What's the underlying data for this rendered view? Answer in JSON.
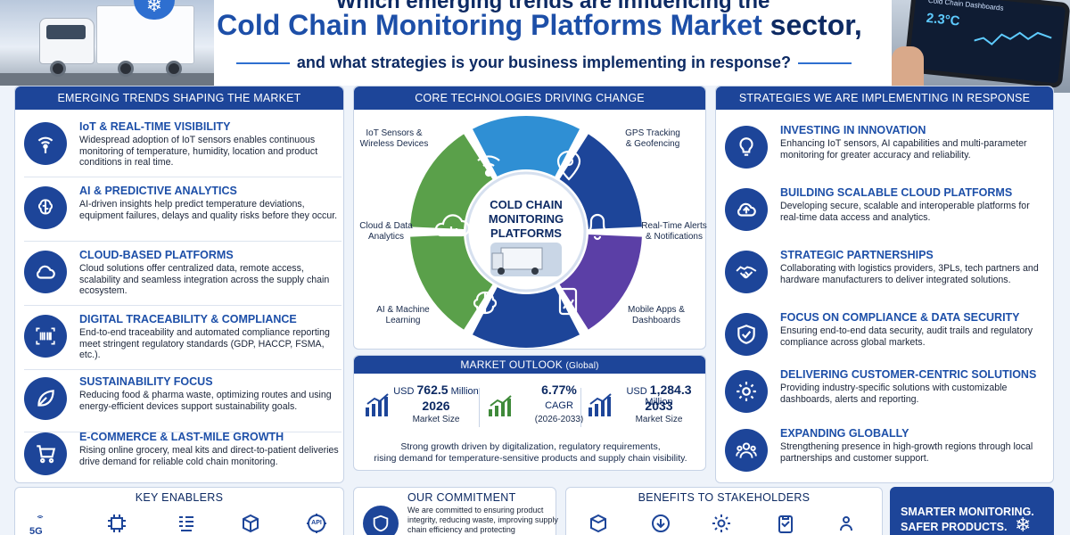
{
  "header": {
    "top_line": "Which emerging trends are influencing the",
    "title_main": "Cold Chain Monitoring Platforms Market",
    "title_suffix": "sector,",
    "subtitle": "and what strategies is your business implementing in response?",
    "tablet_title": "Cold Chain Dashboards",
    "tablet_temp": "2.3°C"
  },
  "trends": {
    "heading": "EMERGING TRENDS SHAPING THE MARKET",
    "items": [
      {
        "icon": "wifi-sensor-icon",
        "title": "IoT & REAL-TIME VISIBILITY",
        "desc": "Widespread adoption of IoT sensors enables continuous monitoring of temperature, humidity, location and product conditions in real time."
      },
      {
        "icon": "brain-icon",
        "title": "AI & PREDICTIVE ANALYTICS",
        "desc": "AI-driven insights help predict temperature deviations, equipment failures, delays and quality risks before they occur."
      },
      {
        "icon": "cloud-icon",
        "title": "CLOUD-BASED PLATFORMS",
        "desc": "Cloud solutions offer centralized data, remote access, scalability and seamless integration across the supply chain ecosystem."
      },
      {
        "icon": "barcode-icon",
        "title": "DIGITAL TRACEABILITY & COMPLIANCE",
        "desc": "End-to-end traceability and automated compliance reporting meet stringent regulatory standards (GDP, HACCP, FSMA, etc.)."
      },
      {
        "icon": "leaf-icon",
        "title": "SUSTAINABILITY FOCUS",
        "desc": "Reducing food & pharma waste, optimizing routes and using energy-efficient devices support sustainability goals."
      },
      {
        "icon": "cart-icon",
        "title": "E-COMMERCE & LAST-MILE GROWTH",
        "desc": "Rising online grocery, meal kits and direct-to-patient deliveries drive demand for reliable cold chain monitoring."
      }
    ]
  },
  "core": {
    "heading": "CORE TECHNOLOGIES DRIVING CHANGE",
    "center_line1": "COLD CHAIN",
    "center_line2": "MONITORING",
    "center_line3": "PLATFORMS",
    "labels": [
      {
        "line1": "IoT Sensors &",
        "line2": "Wireless Devices"
      },
      {
        "line1": "GPS Tracking",
        "line2": "& Geofencing"
      },
      {
        "line1": "Real-Time Alerts",
        "line2": "& Notifications"
      },
      {
        "line1": "Mobile Apps &",
        "line2": "Dashboards"
      },
      {
        "line1": "AI & Machine",
        "line2": "Learning"
      },
      {
        "line1": "Cloud & Data",
        "line2": "Analytics"
      }
    ],
    "segment_colors": [
      "#2f8fd4",
      "#1d4599",
      "#5b3fa6",
      "#1d4599",
      "#5aa04a",
      "#5aa04a"
    ]
  },
  "outlook": {
    "heading": "MARKET OUTLOOK",
    "heading_note": "(Global)",
    "items": [
      {
        "prefix": "USD",
        "value": "762.5",
        "unit": "Million",
        "year": "2026",
        "label": "Market Size"
      },
      {
        "prefix": "",
        "value": "6.77%",
        "unit": "",
        "year": "CAGR",
        "label": "(2026-2033)"
      },
      {
        "prefix": "USD",
        "value": "1,284.3",
        "unit": "Million",
        "year": "2033",
        "label": "Market Size"
      }
    ],
    "note_line1": "Strong growth driven by digitalization, regulatory requirements,",
    "note_line2": "rising demand for temperature-sensitive products and supply chain visibility."
  },
  "strategies": {
    "heading": "STRATEGIES WE ARE IMPLEMENTING IN RESPONSE",
    "items": [
      {
        "icon": "lightbulb-icon",
        "title": "INVESTING IN INNOVATION",
        "desc": "Enhancing IoT sensors, AI capabilities and multi-parameter monitoring for greater accuracy and reliability."
      },
      {
        "icon": "cloud-upload-icon",
        "title": "BUILDING SCALABLE CLOUD PLATFORMS",
        "desc": "Developing secure, scalable and interoperable platforms for real-time data access and analytics."
      },
      {
        "icon": "handshake-icon",
        "title": "STRATEGIC PARTNERSHIPS",
        "desc": "Collaborating with logistics providers, 3PLs, tech partners and hardware manufacturers to deliver integrated solutions."
      },
      {
        "icon": "shield-check-icon",
        "title": "FOCUS ON COMPLIANCE & DATA SECURITY",
        "desc": "Ensuring end-to-end data security, audit trails and regulatory compliance across global markets."
      },
      {
        "icon": "gear-icon",
        "title": "DELIVERING CUSTOMER-CENTRIC SOLUTIONS",
        "desc": "Providing industry-specific solutions with customizable dashboards, alerts and reporting."
      },
      {
        "icon": "people-icon",
        "title": "EXPANDING GLOBALLY",
        "desc": "Strengthening presence in high-growth regions through local partnerships and customer support."
      }
    ]
  },
  "bottom": {
    "enablers_heading": "KEY ENABLERS",
    "enabler_5g": "5G",
    "enabler_api": "API",
    "commitment_heading": "OUR COMMITMENT",
    "commitment_text": "We are committed to ensuring product integrity, reducing waste, improving supply chain efficiency and protecting",
    "benefits_heading": "BENEFITS TO STAKEHOLDERS",
    "smart_line1": "SMARTER MONITORING.",
    "smart_line2": "SAFER PRODUCTS."
  }
}
